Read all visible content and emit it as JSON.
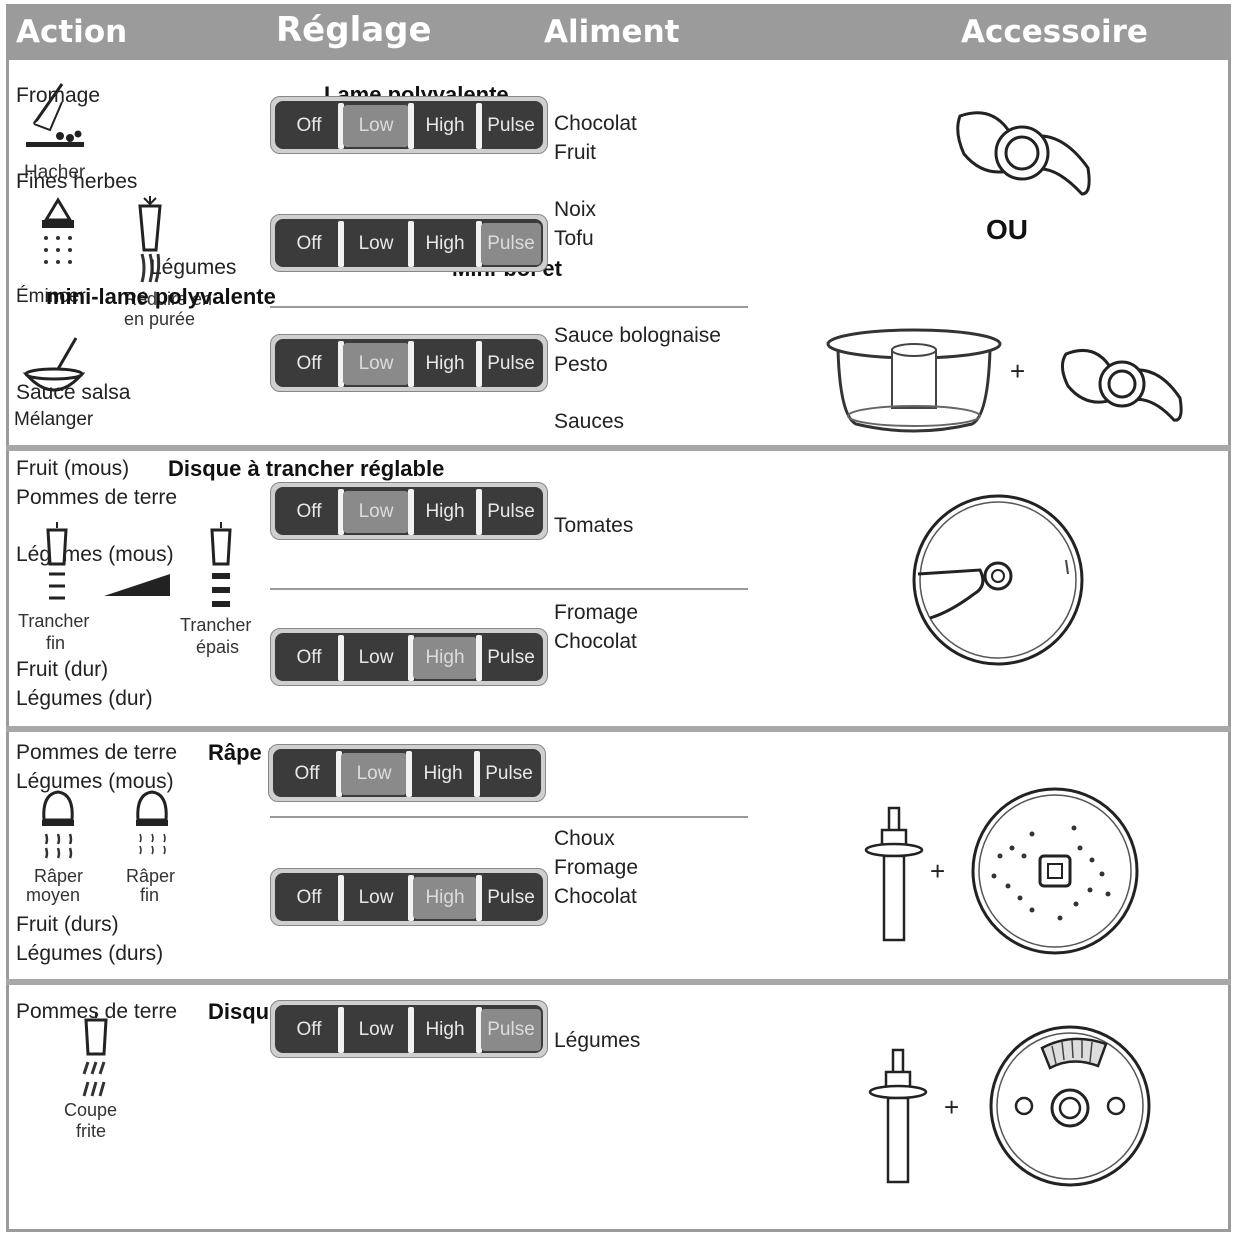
{
  "header": {
    "action": "Action",
    "reglage": "Réglage",
    "aliment": "Aliment",
    "accessoire": "Accessoire"
  },
  "panel": {
    "off": "Off",
    "low": "Low",
    "high": "High",
    "pulse": "Pulse"
  },
  "s1": {
    "act1": "Fromage",
    "act2": "Hacher",
    "act3": "Fines herbes",
    "act4": "Légumes",
    "act5": "Émincer",
    "act6": "Réduire en",
    "act6b": "en purée",
    "act7": "Sauce salsa",
    "act8": "Mélanger",
    "acc1": "Lame polyvalente",
    "acc2": "Mini-bol et",
    "acc3": "mini-lame polyvalente",
    "food1": "Chocolat",
    "food2": "Fruit",
    "food3": "Noix",
    "food4": "Tofu",
    "food5": "Sauce bolognaise",
    "food6": "Pesto",
    "food7": "Sauces",
    "or": "OU",
    "plus": "+"
  },
  "s2": {
    "act1": "Fruit (mous)",
    "act2": "Pommes de terre",
    "act3": "Légumes (mous)",
    "act4": "Trancher",
    "act4b": "fin",
    "act5": "Trancher",
    "act5b": "épais",
    "act6": "Fruit (dur)",
    "act7": "Légumes (dur)",
    "acc": "Disque à trancher réglable",
    "food1": "Tomates",
    "food2": "Fromage",
    "food3": "Chocolat"
  },
  "s3": {
    "act1": "Pommes de terre",
    "act2": "Légumes (mous)",
    "act3": "Râper",
    "act3b": "moyen",
    "act4": "Râper",
    "act4b": "fin",
    "act5": "Fruit (durs)",
    "act6": "Légumes (durs)",
    "acc": "Râpe réversible",
    "food1": "Choux",
    "food2": "Fromage",
    "food3": "Chocolat",
    "plus": "+"
  },
  "s4": {
    "act1": "Pommes de terre",
    "act2": "Coupe",
    "act2b": "frite",
    "acc": "Disque à frites",
    "food1": "Légumes",
    "plus": "+"
  },
  "icons": [
    "knife-chopping-icon",
    "herb-shaker-icon",
    "carrot-icon",
    "bowl-whisk-icon",
    "slope-wedge-icon",
    "grater-icon",
    "food-processor-bowl-icon",
    "multipurpose-blade-icon",
    "slicing-disc-icon",
    "shredding-disc-icon",
    "french-fry-disc-icon",
    "stem-adapter-icon"
  ]
}
